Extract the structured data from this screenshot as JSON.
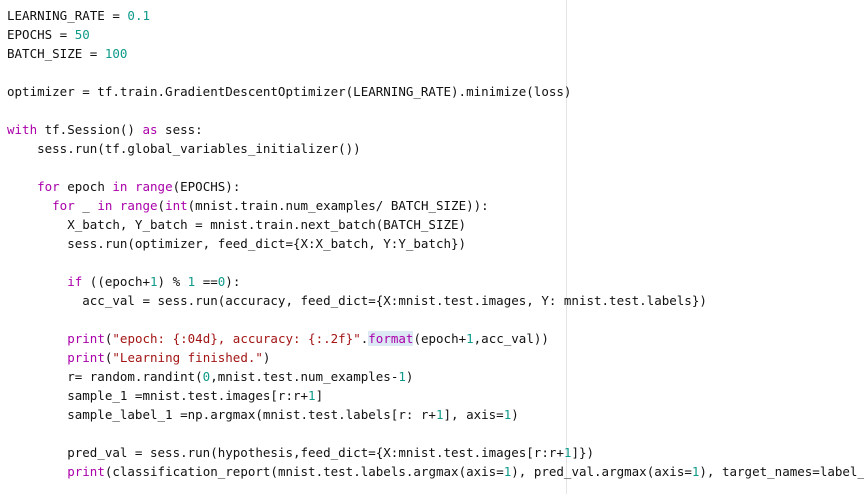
{
  "editor": {
    "colors": {
      "keyword": "#aa00aa",
      "builtin": "#aa00aa",
      "number": "#0d9a8a",
      "string": "#a31515",
      "text": "#111111",
      "highlight": "#dde8f5"
    },
    "lines": [
      [
        {
          "t": "LEARNING_RATE = "
        },
        {
          "t": "0.1",
          "c": "num"
        }
      ],
      [
        {
          "t": "EPOCHS = "
        },
        {
          "t": "50",
          "c": "num"
        }
      ],
      [
        {
          "t": "BATCH_SIZE = "
        },
        {
          "t": "100",
          "c": "num"
        }
      ],
      [],
      [
        {
          "t": "optimizer = tf.train.GradientDescentOptimizer(LEARNING_RATE).minimize(loss)"
        }
      ],
      [],
      [
        {
          "t": "with",
          "c": "kw"
        },
        {
          "t": " tf.Session() "
        },
        {
          "t": "as",
          "c": "kw"
        },
        {
          "t": " sess:"
        }
      ],
      [
        {
          "t": "    sess.run(tf.global_variables_initializer())"
        }
      ],
      [],
      [
        {
          "t": "    "
        },
        {
          "t": "for",
          "c": "kw"
        },
        {
          "t": " epoch "
        },
        {
          "t": "in",
          "c": "kw"
        },
        {
          "t": " "
        },
        {
          "t": "range",
          "c": "bi"
        },
        {
          "t": "(EPOCHS):"
        }
      ],
      [
        {
          "t": "      "
        },
        {
          "t": "for",
          "c": "kw"
        },
        {
          "t": " _ "
        },
        {
          "t": "in",
          "c": "kw"
        },
        {
          "t": " "
        },
        {
          "t": "range",
          "c": "bi"
        },
        {
          "t": "("
        },
        {
          "t": "int",
          "c": "bi"
        },
        {
          "t": "(mnist.train.num_examples/ BATCH_SIZE)):"
        }
      ],
      [
        {
          "t": "        X_batch, Y_batch = mnist.train.next_batch(BATCH_SIZE)"
        }
      ],
      [
        {
          "t": "        sess.run(optimizer, feed_dict={X:X_batch, Y:Y_batch})"
        }
      ],
      [],
      [
        {
          "t": "        "
        },
        {
          "t": "if",
          "c": "kw"
        },
        {
          "t": " ((epoch+"
        },
        {
          "t": "1",
          "c": "num"
        },
        {
          "t": ") % "
        },
        {
          "t": "1",
          "c": "num"
        },
        {
          "t": " =="
        },
        {
          "t": "0",
          "c": "num"
        },
        {
          "t": "):"
        }
      ],
      [
        {
          "t": "          acc_val = sess.run(accuracy, feed_dict={X:mnist.test.images, Y: mnist.test.labels})"
        }
      ],
      [],
      [
        {
          "t": "        "
        },
        {
          "t": "print",
          "c": "bi"
        },
        {
          "t": "("
        },
        {
          "t": "\"epoch: {:04d}, accuracy: {:.2f}\"",
          "c": "str"
        },
        {
          "t": "."
        },
        {
          "t": "format",
          "c": "bi hl"
        },
        {
          "t": "(epoch+"
        },
        {
          "t": "1",
          "c": "num"
        },
        {
          "t": ",acc_val))"
        }
      ],
      [
        {
          "t": "        "
        },
        {
          "t": "print",
          "c": "bi"
        },
        {
          "t": "("
        },
        {
          "t": "\"Learning finished.\"",
          "c": "str"
        },
        {
          "t": ")"
        }
      ],
      [
        {
          "t": "        r= random.randint("
        },
        {
          "t": "0",
          "c": "num"
        },
        {
          "t": ",mnist.test.num_examples-"
        },
        {
          "t": "1",
          "c": "num"
        },
        {
          "t": ")"
        }
      ],
      [
        {
          "t": "        sample_1 =mnist.test.images[r:r+"
        },
        {
          "t": "1",
          "c": "num"
        },
        {
          "t": "]"
        }
      ],
      [
        {
          "t": "        sample_label_1 =np.argmax(mnist.test.labels[r: r+"
        },
        {
          "t": "1",
          "c": "num"
        },
        {
          "t": "], axis="
        },
        {
          "t": "1",
          "c": "num"
        },
        {
          "t": ")"
        }
      ],
      [],
      [
        {
          "t": "        pred_val = sess.run(hypothesis,feed_dict={X:mnist.test.images[r:r+"
        },
        {
          "t": "1",
          "c": "num"
        },
        {
          "t": "]})"
        }
      ],
      [
        {
          "t": "        "
        },
        {
          "t": "print",
          "c": "bi"
        },
        {
          "t": "(classification_report(mnist.test.labels.argmax(axis="
        },
        {
          "t": "1",
          "c": "num"
        },
        {
          "t": "), pred_val.argmax(axis="
        },
        {
          "t": "1",
          "c": "num"
        },
        {
          "t": "), target_names=label_names))"
        }
      ]
    ]
  }
}
